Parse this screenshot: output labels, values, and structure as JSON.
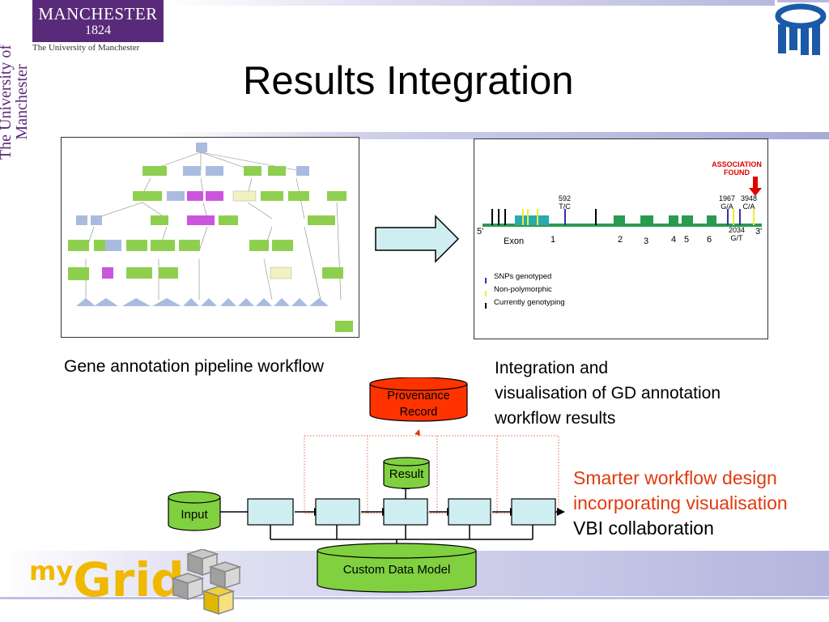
{
  "slide": {
    "title": "Results Integration",
    "logo": {
      "name": "MANCHESTER",
      "year": "1824",
      "subtitle": "The University of Manchester",
      "vertical_text": "The University of Manchester",
      "color": "#5a2a7a"
    },
    "left_caption": "Gene annotation pipeline workflow",
    "right_caption": [
      "Integration and",
      "visualisation of GD annotation",
      "workflow results"
    ],
    "side_notes": [
      {
        "text": "Smarter workflow design",
        "color": "#e03a10"
      },
      {
        "text": "incorporating visualisation",
        "color": "#e03a10"
      },
      {
        "text": "VBI collaboration",
        "color": "#000000"
      }
    ],
    "footer_logo": {
      "my": "my",
      "grid": "Grid",
      "color": "#f0b800"
    }
  },
  "visualisation": {
    "association_label": [
      "ASSOCIATION",
      "FOUND"
    ],
    "five_prime": "5'",
    "three_prime": "3'",
    "exon_label": "Exon",
    "exon_numbers": [
      "1",
      "2",
      "3",
      "4",
      "5",
      "6"
    ],
    "snp_labels": [
      {
        "pos": "592",
        "allele": "T/C"
      },
      {
        "pos": "1967",
        "allele": "G/A"
      },
      {
        "pos": "3948",
        "allele": "C/A"
      },
      {
        "pos": "2034",
        "allele": "G/T"
      }
    ],
    "legend": [
      {
        "label": "SNPs genotyped",
        "color": "#3333aa"
      },
      {
        "label": "Non-polymorphic",
        "color": "#eeee33"
      },
      {
        "label": "Currently genotyping",
        "color": "#000000"
      }
    ]
  },
  "diagram": {
    "provenance_label": [
      "Provenance",
      "Record"
    ],
    "result_label": "Result",
    "input_label": "Input",
    "data_model_label": "Custom Data Model",
    "colors": {
      "provenance_fill": "#ff3300",
      "green_fill": "#80d040",
      "process_fill": "#cfeef2"
    }
  }
}
